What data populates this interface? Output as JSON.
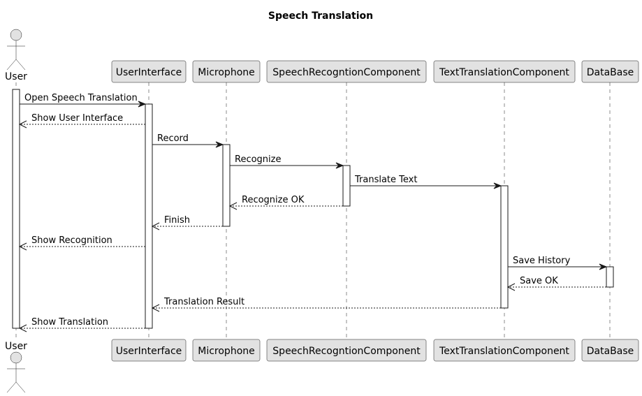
{
  "title": "Speech Translation",
  "participants": [
    {
      "id": "user",
      "label": "User",
      "kind": "actor"
    },
    {
      "id": "ui",
      "label": "UserInterface",
      "kind": "participant"
    },
    {
      "id": "mic",
      "label": "Microphone",
      "kind": "participant"
    },
    {
      "id": "src",
      "label": "SpeechRecogntionComponent",
      "kind": "participant"
    },
    {
      "id": "ttc",
      "label": "TextTranslationComponent",
      "kind": "participant"
    },
    {
      "id": "db",
      "label": "DataBase",
      "kind": "participant"
    }
  ],
  "messages": [
    {
      "from": "user",
      "to": "ui",
      "label": "Open Speech Translation",
      "type": "sync"
    },
    {
      "from": "ui",
      "to": "user",
      "label": "Show User Interface",
      "type": "return"
    },
    {
      "from": "ui",
      "to": "mic",
      "label": "Record",
      "type": "sync"
    },
    {
      "from": "mic",
      "to": "src",
      "label": "Recognize",
      "type": "sync"
    },
    {
      "from": "src",
      "to": "ttc",
      "label": "Translate Text",
      "type": "sync"
    },
    {
      "from": "src",
      "to": "mic",
      "label": "Recognize OK",
      "type": "return"
    },
    {
      "from": "mic",
      "to": "ui",
      "label": "Finish",
      "type": "return"
    },
    {
      "from": "ui",
      "to": "user",
      "label": "Show Recognition",
      "type": "return"
    },
    {
      "from": "ttc",
      "to": "db",
      "label": "Save History",
      "type": "sync"
    },
    {
      "from": "db",
      "to": "ttc",
      "label": "Save OK",
      "type": "return"
    },
    {
      "from": "ttc",
      "to": "ui",
      "label": "Translation Result",
      "type": "return"
    },
    {
      "from": "ui",
      "to": "user",
      "label": "Show Translation",
      "type": "return"
    }
  ]
}
